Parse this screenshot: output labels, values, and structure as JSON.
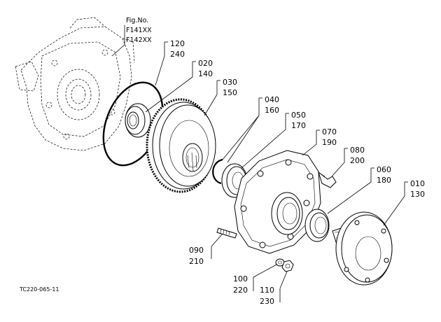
{
  "figure": {
    "fig_no_label": "Fig.No.",
    "fig_codes": [
      "F141XX",
      "F142XX"
    ],
    "drawing_code": "TC220-065-11"
  },
  "callouts": [
    {
      "id": "120-240",
      "top": "120",
      "bottom": "240"
    },
    {
      "id": "020-140",
      "top": "020",
      "bottom": "140"
    },
    {
      "id": "030-150",
      "top": "030",
      "bottom": "150"
    },
    {
      "id": "040-160",
      "top": "040",
      "bottom": "160"
    },
    {
      "id": "050-170",
      "top": "050",
      "bottom": "170"
    },
    {
      "id": "070-190",
      "top": "070",
      "bottom": "190"
    },
    {
      "id": "080-200",
      "top": "080",
      "bottom": "200"
    },
    {
      "id": "060-180",
      "top": "060",
      "bottom": "180"
    },
    {
      "id": "010-130",
      "top": "010",
      "bottom": "130"
    },
    {
      "id": "090-210",
      "top": "090",
      "bottom": "210"
    },
    {
      "id": "100-220",
      "top": "100",
      "bottom": "220"
    },
    {
      "id": "110-230",
      "top": "110",
      "bottom": "230"
    }
  ]
}
